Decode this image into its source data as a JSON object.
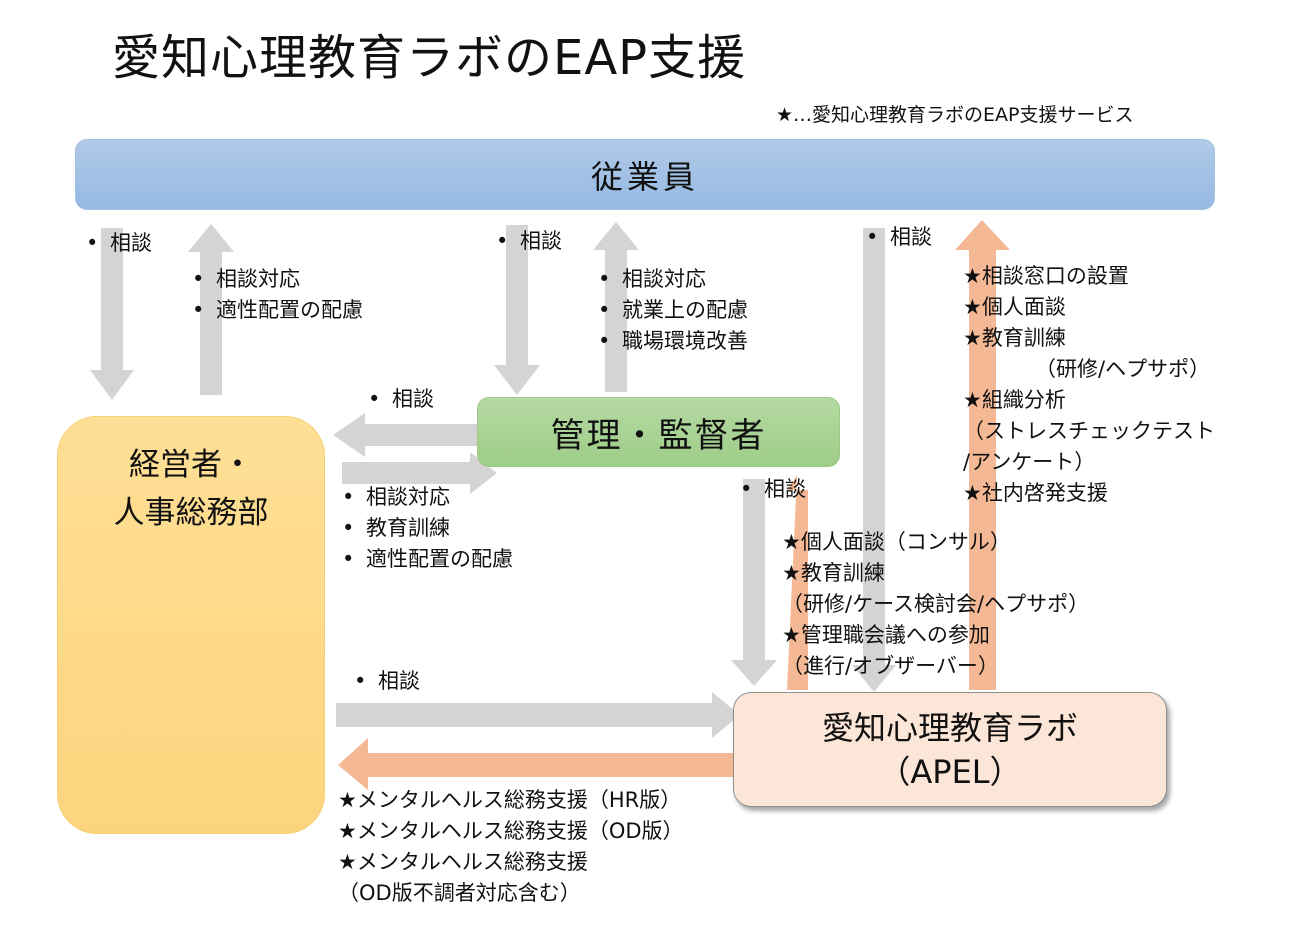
{
  "title": "愛知心理教育ラボのEAP支援",
  "legend": "★…愛知心理教育ラボのEAP支援サービス",
  "colors": {
    "employee": "#a3c2e6",
    "manager": "#a8d394",
    "hr": "#fdd98a",
    "apel": "#fce6d8",
    "gray_arrow": "#d4d4d4",
    "service_arrow": "#f4b994"
  },
  "nodes": {
    "employee": "従業員",
    "manager": "管理・監督者",
    "hr_line1": "経営者・",
    "hr_line2": "人事総務部",
    "apel_line1": "愛知心理教育ラボ",
    "apel_line2": "（APEL）"
  },
  "bullet": "•",
  "flows": {
    "employee_to_hr": [
      "相談"
    ],
    "hr_to_employee": [
      "相談対応",
      "適性配置の配慮"
    ],
    "employee_to_manager": [
      "相談"
    ],
    "manager_to_employee": [
      "相談対応",
      "就業上の配慮",
      "職場環境改善"
    ],
    "manager_to_hr": [
      "相談"
    ],
    "hr_to_manager": [
      "相談対応",
      "教育訓練",
      "適性配置の配慮"
    ],
    "employee_to_apel": [
      "相談"
    ],
    "apel_to_employee": [
      "★相談窓口の設置",
      "★個人面談",
      "★教育訓練",
      "（研修/ヘプサポ）",
      "★組織分析",
      "（ストレスチェックテスト",
      "/アンケート）",
      "★社内啓発支援"
    ],
    "manager_to_apel": [
      "相談"
    ],
    "apel_to_manager": [
      "★個人面談（コンサル）",
      "★教育訓練",
      "（研修/ケース検討会/ヘプサポ）",
      "★管理職会議への参加",
      "（進行/オブザーバー）"
    ],
    "hr_to_apel": [
      "相談"
    ],
    "apel_to_hr": [
      "★メンタルヘルス総務支援（HR版）",
      "★メンタルヘルス総務支援（OD版）",
      "★メンタルヘルス総務支援",
      "（OD版不調者対応含む）"
    ]
  }
}
